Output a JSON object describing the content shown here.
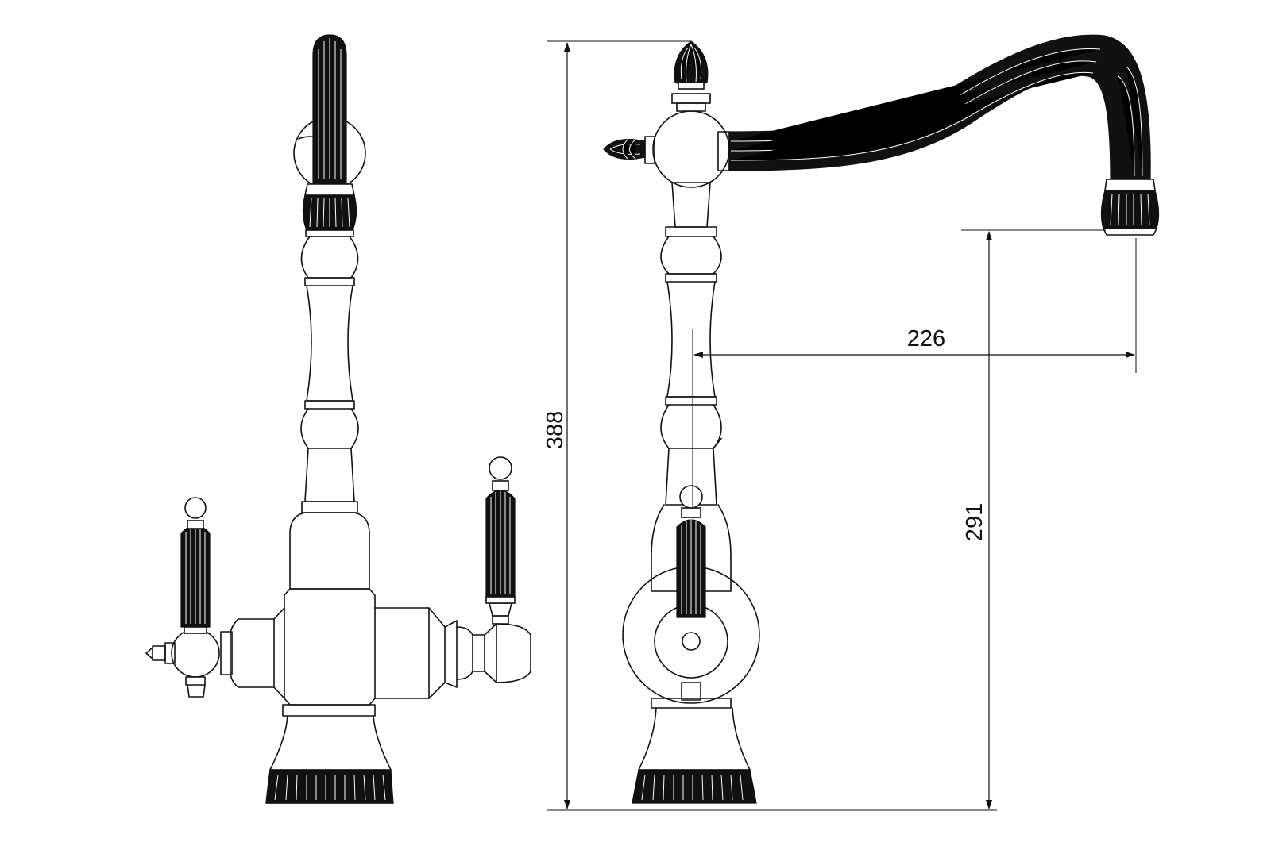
{
  "dimensions": {
    "overall_height": "388",
    "spout_reach": "226",
    "spout_clearance": "291"
  },
  "colors": {
    "line": "#111111",
    "background": "#ffffff"
  }
}
